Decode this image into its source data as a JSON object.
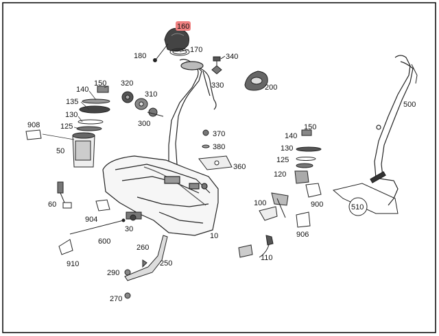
{
  "highlight_color": "#f08080",
  "labels": {
    "p160": "160",
    "p170": "170",
    "p180": "180",
    "p340": "340",
    "p330": "330",
    "p200": "200",
    "p150a": "150",
    "p140a": "140",
    "p135": "135",
    "p130a": "130",
    "p125a": "125",
    "p908": "908",
    "p50": "50",
    "p320": "320",
    "p310": "310",
    "p300": "300",
    "p370": "370",
    "p380": "380",
    "p360": "360",
    "p500": "500",
    "p510": "510",
    "p150b": "150",
    "p140b": "140",
    "p130b": "130",
    "p125b": "125",
    "p120": "120",
    "p900": "900",
    "p100": "100",
    "p906": "906",
    "p110": "110",
    "p60": "60",
    "p904": "904",
    "p30": "30",
    "p600": "600",
    "p910": "910",
    "p10": "10",
    "p260": "260",
    "p250": "250",
    "p290": "290",
    "p270": "270"
  }
}
